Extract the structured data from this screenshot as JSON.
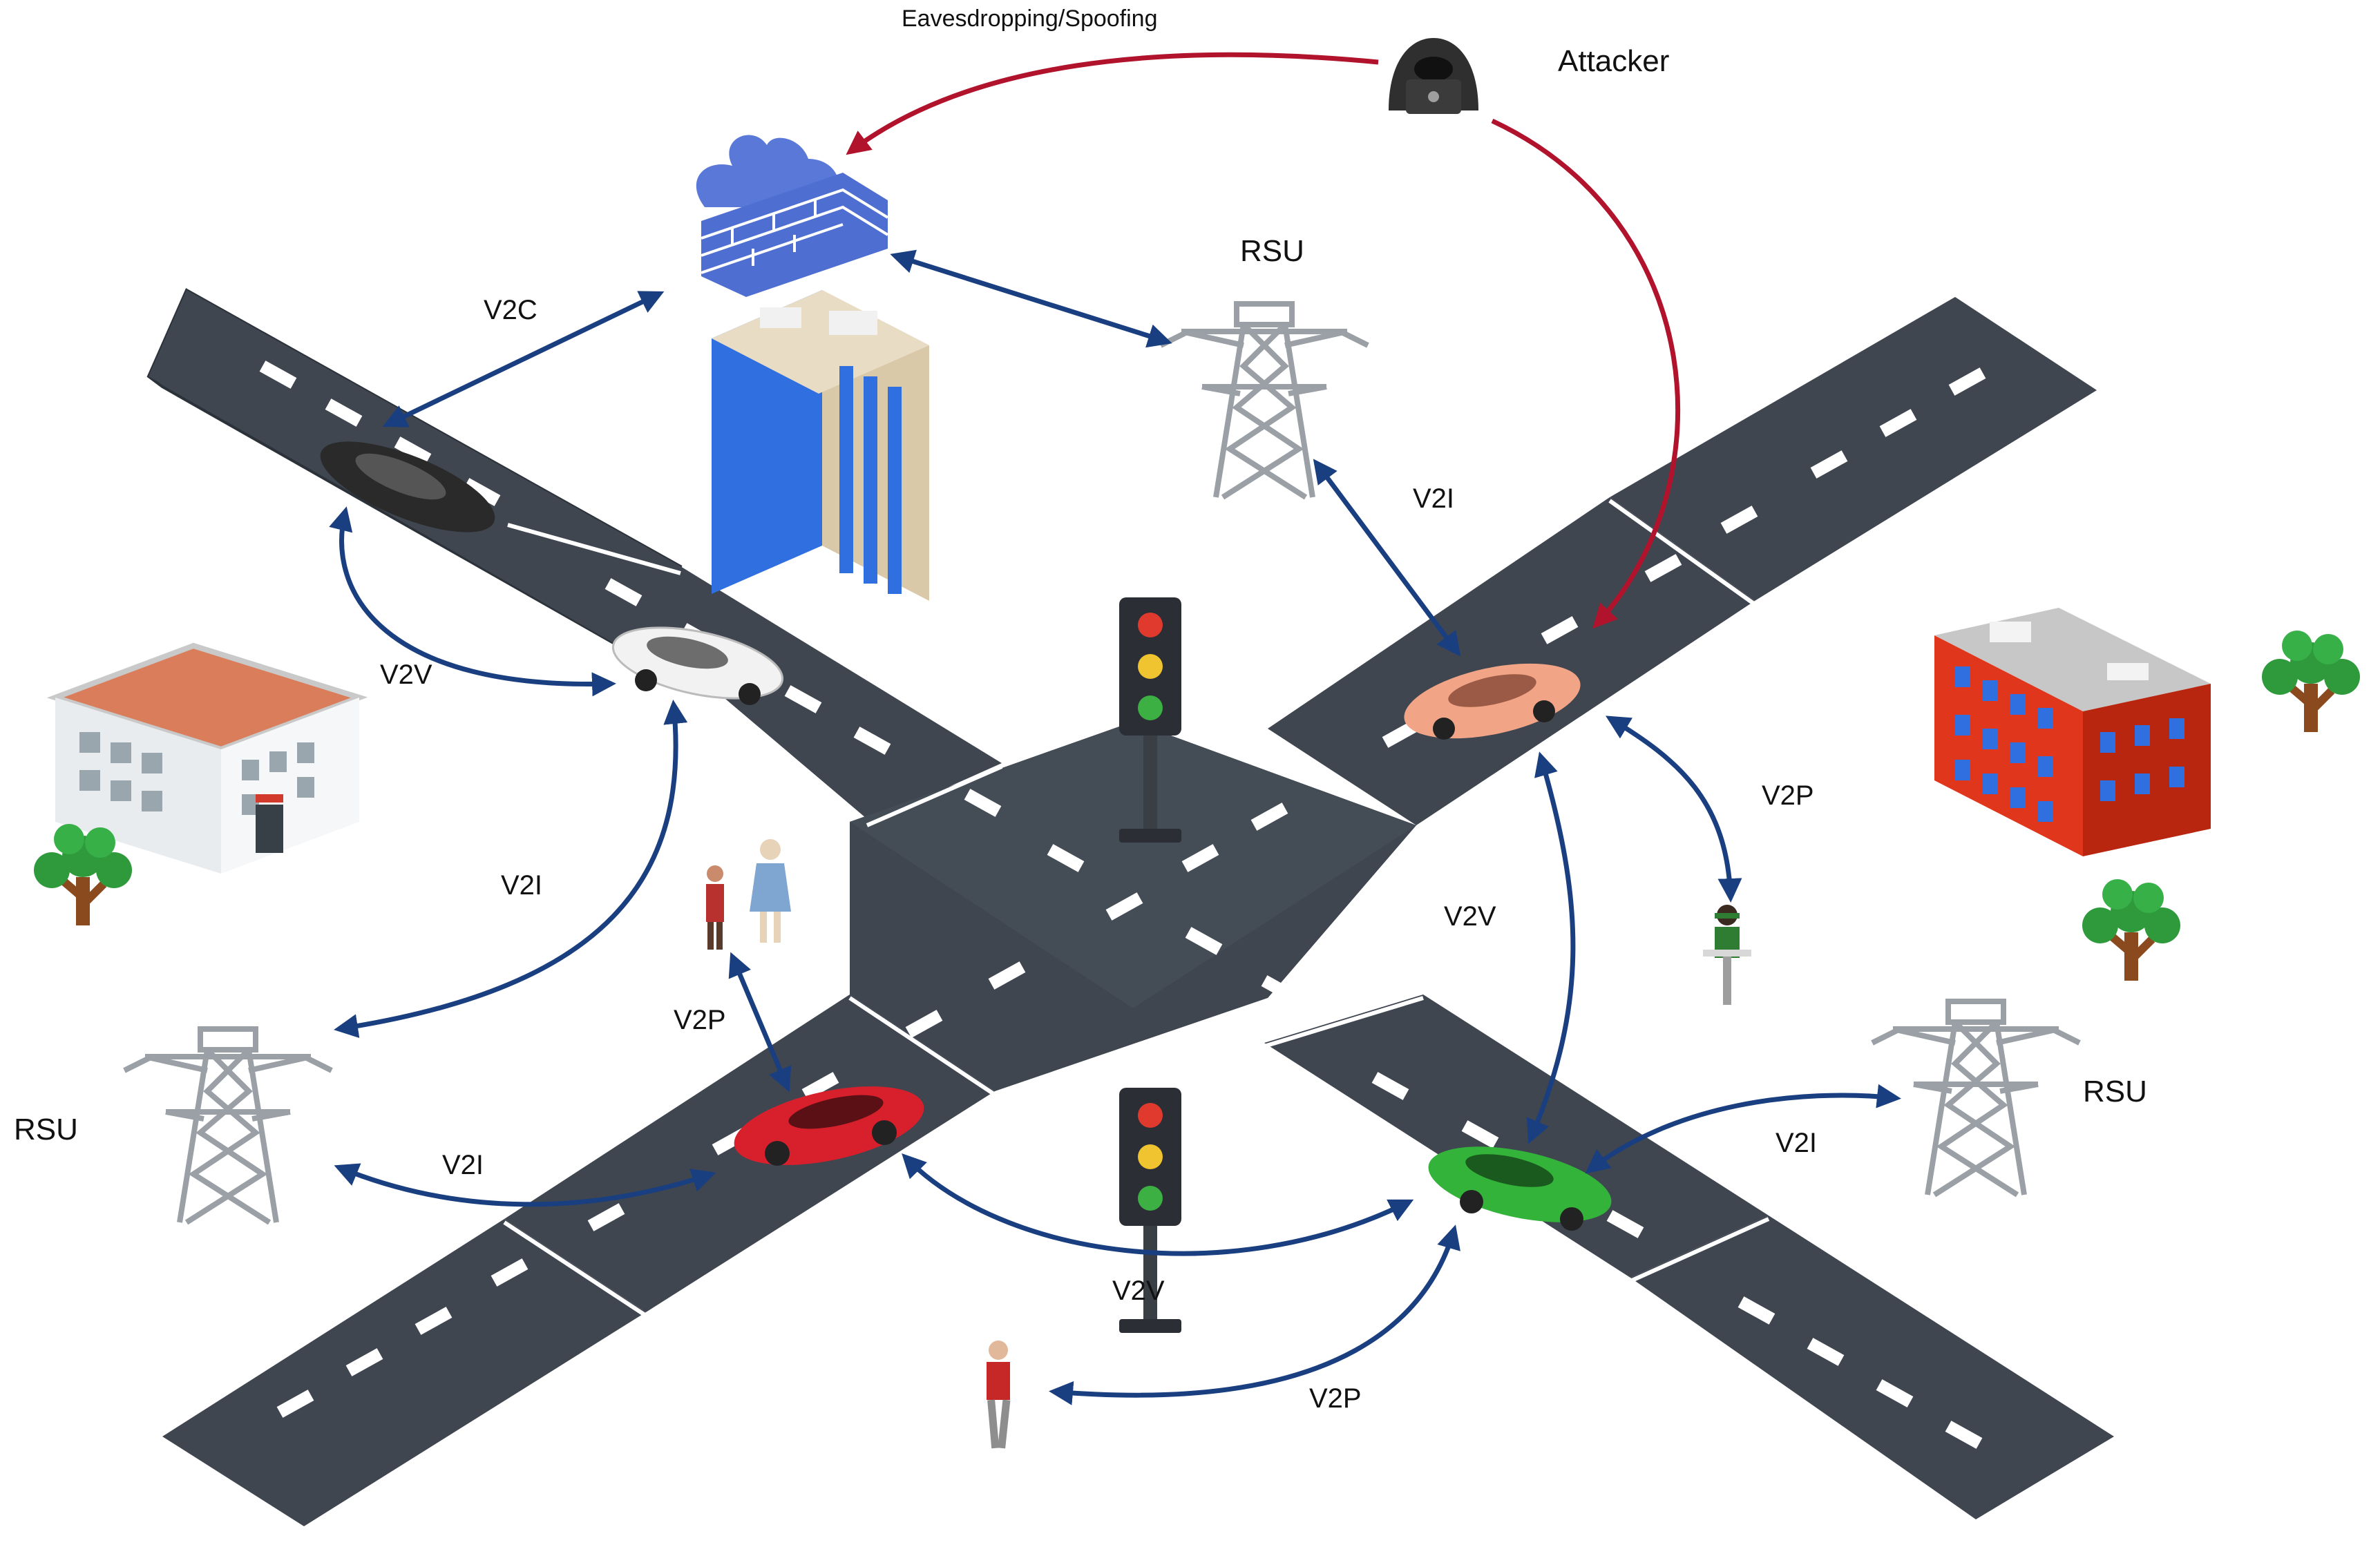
{
  "labels": {
    "attacker": "Attacker",
    "eaves": "Eavesdropping/Spoofing",
    "rsu_top": "RSU",
    "rsu_left": "RSU",
    "rsu_right": "RSU",
    "v2c": "V2C",
    "v2i_top": "V2I",
    "v2v_left": "V2V",
    "v2i_left": "V2I",
    "v2p_left": "V2P",
    "v2i_bottom_left": "V2I",
    "v2v_right": "V2V",
    "v2p_right": "V2P",
    "v2i_bottom_right": "V2I",
    "v2v_bottom": "V2V",
    "v2p_bottom": "V2P"
  },
  "colors": {
    "road": "#3f4650",
    "road_edge": "#2c323a",
    "lane_mark": "#ffffff",
    "link_arrow": "#1a3f80",
    "attack_arrow": "#b0132b",
    "tower": "#9aa0a6",
    "car_black": "#2a2a2a",
    "car_white": "#f2f2f2",
    "car_orange": "#f2a586",
    "car_red": "#d8202c",
    "car_green": "#33b33a",
    "firewall": "#4f6ed1",
    "cloud_flame": "#5a78d8",
    "office_glass": "#2f6fe0",
    "red_building": "#e0361c",
    "tree": "#2e9a3c",
    "trunk": "#8a4a1e"
  },
  "icons": {
    "attacker": "hacker-icon",
    "firewall": "firewall-cloud-icon",
    "tower": "transmission-tower-icon",
    "traffic_light": "traffic-light-icon",
    "pedestrian": "pedestrian-icon",
    "cyclist": "cyclist-icon",
    "tree": "tree-icon"
  }
}
